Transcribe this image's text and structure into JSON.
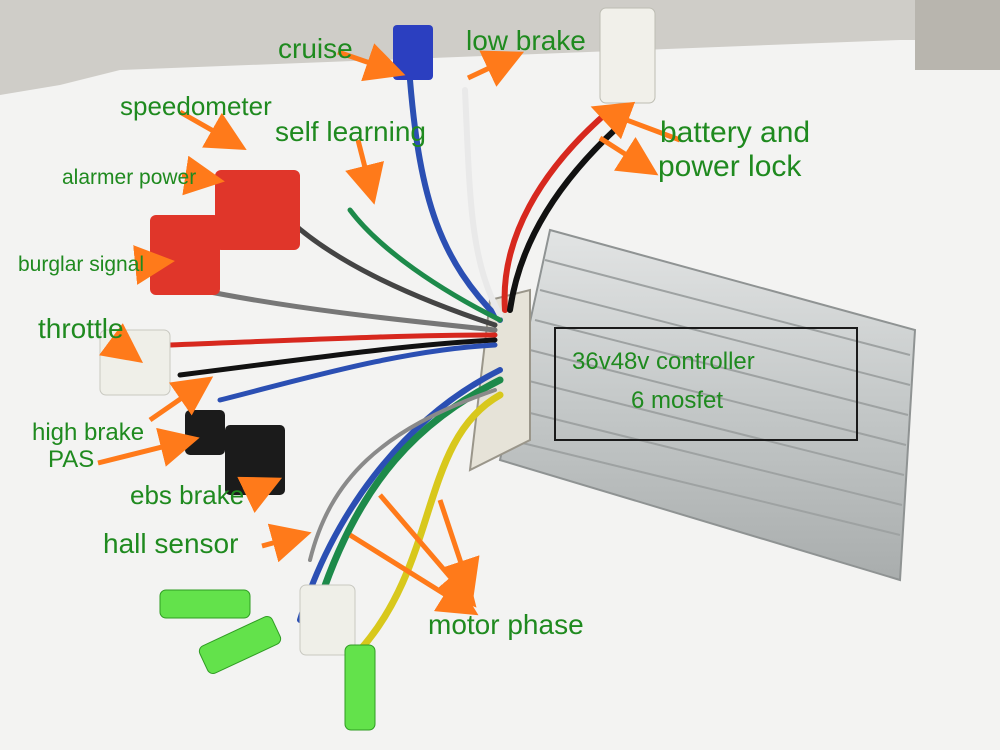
{
  "labels": {
    "cruise": "cruise",
    "low_brake": "low brake",
    "speedometer": "speedometer",
    "self_learning": "self learning",
    "battery_line1": "battery and",
    "battery_line2": "power lock",
    "alarmer_power": "alarmer power",
    "burglar_signal": "burglar signal",
    "throttle": "throttle",
    "high_brake": "high brake",
    "pas": "PAS",
    "ebs_brake": "ebs brake",
    "hall_sensor": "hall sensor",
    "motor_phase": "motor phase"
  },
  "controller_box": {
    "line1": "36v48v controller",
    "line2": "6 mosfet"
  },
  "colors": {
    "label_text": "#1f8a1f",
    "arrow": "#ff7a1a",
    "box_border": "#1a1a1a",
    "paper": "#f4f4f4",
    "controller": "#c9cccc"
  }
}
